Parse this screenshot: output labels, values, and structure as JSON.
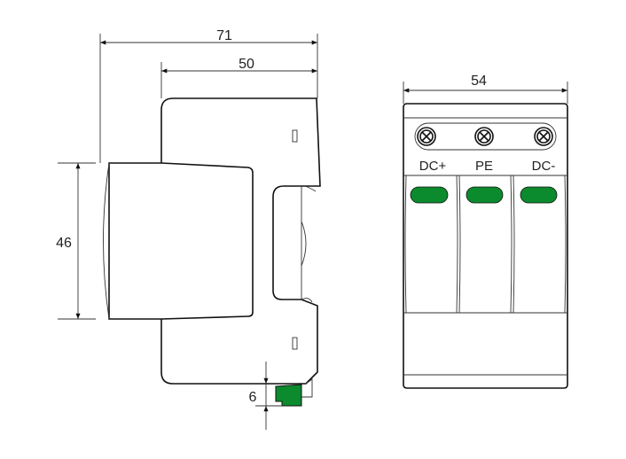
{
  "dimensions": {
    "overall_depth": "71",
    "rail_depth": "50",
    "front_height": "46",
    "terminal_offset": "6",
    "width": "54"
  },
  "labels": {
    "pole1": "DC+",
    "pole2": "PE",
    "pole3": "DC-"
  },
  "colors": {
    "indicator": "#0c8a2e",
    "outline": "#111111"
  }
}
